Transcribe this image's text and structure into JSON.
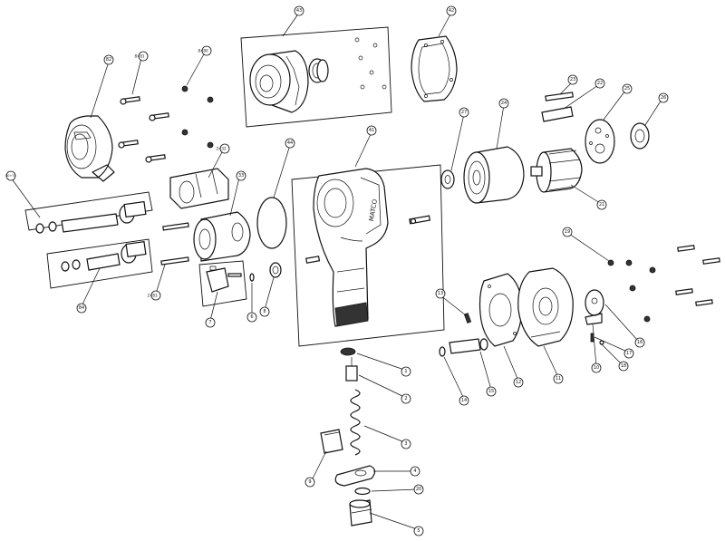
{
  "callouts": [
    {
      "id": "c43",
      "label": "43"
    },
    {
      "id": "c42",
      "label": "42"
    },
    {
      "id": "c82",
      "label": "82"
    },
    {
      "id": "c81",
      "label": "8×81"
    },
    {
      "id": "c80",
      "label": "8×80"
    },
    {
      "id": "c44",
      "label": "44"
    },
    {
      "id": "c41",
      "label": "41"
    },
    {
      "id": "c27",
      "label": "27"
    },
    {
      "id": "c24",
      "label": "24"
    },
    {
      "id": "c23",
      "label": "23"
    },
    {
      "id": "c22",
      "label": "22"
    },
    {
      "id": "c25",
      "label": "25"
    },
    {
      "id": "c26",
      "label": "26"
    },
    {
      "id": "c21",
      "label": "21"
    },
    {
      "id": "c30",
      "label": "30+31"
    },
    {
      "id": "c84",
      "label": "84"
    },
    {
      "id": "c32",
      "label": "2×32"
    },
    {
      "id": "c33",
      "label": "33"
    },
    {
      "id": "c83",
      "label": "2×83"
    },
    {
      "id": "c7",
      "label": "7"
    },
    {
      "id": "c6",
      "label": "6"
    },
    {
      "id": "c8",
      "label": "8"
    },
    {
      "id": "c19",
      "label": "19"
    },
    {
      "id": "c13",
      "label": "13"
    },
    {
      "id": "c12",
      "label": "12"
    },
    {
      "id": "c11",
      "label": "11"
    },
    {
      "id": "c10",
      "label": "10"
    },
    {
      "id": "c14",
      "label": "14"
    },
    {
      "id": "c15",
      "label": "15"
    },
    {
      "id": "c16",
      "label": "16"
    },
    {
      "id": "c17",
      "label": "17"
    },
    {
      "id": "c18",
      "label": "18"
    },
    {
      "id": "c1",
      "label": "1"
    },
    {
      "id": "c2",
      "label": "2"
    },
    {
      "id": "c3",
      "label": "3"
    },
    {
      "id": "c4",
      "label": "4"
    },
    {
      "id": "c20",
      "label": "20"
    },
    {
      "id": "c5",
      "label": "5"
    },
    {
      "id": "c9",
      "label": "9"
    }
  ],
  "logo_text": "MATCO"
}
